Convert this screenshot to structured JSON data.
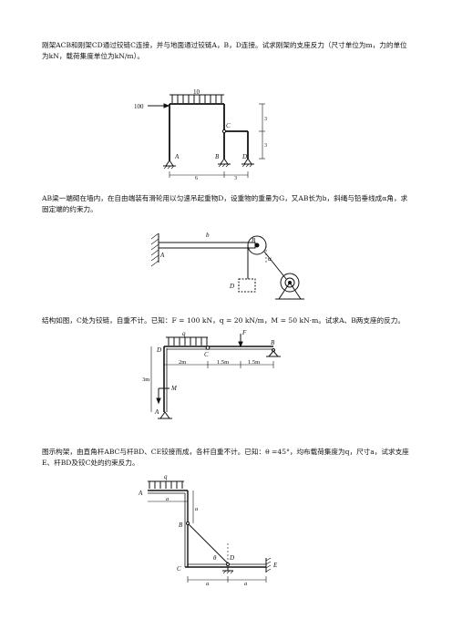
{
  "problems": [
    {
      "text": "刚架ACB和刚架CD通过铰链C连接，并与地面通过铰链A，B，D连接。试求刚架的支座反力（尺寸单位为m，力的单位为kN，载荷集度单位为kN/m）。"
    },
    {
      "text": "AB梁一端砌在墙内，在自由端装有滑轮用以匀速吊起重物D，设重物的重量为G，又AB长为b，斜绳与铅垂线成α角，求固定端的约束力。"
    },
    {
      "text": "结构如图，C处为铰链，自重不计。已知：F = 100 kN，q = 20 kN/m，M = 50 kN·m。试求A、B两支座的反力。"
    },
    {
      "text": "图示构架，由直角杆ABC与杆BD、CE铰接而成，各杆自重不计。已知：θ =45°，均布载荷集度为q，尺寸a，试求支座E、杆BD及铰C处的约束反力。"
    }
  ],
  "fig1": {
    "load_q": "10",
    "load_p": "100",
    "A": "A",
    "B": "B",
    "C": "C",
    "D": "D",
    "dim_6": "6",
    "dim_3h": "3",
    "dim_3v1": "3",
    "dim_3v2": "3"
  },
  "fig2": {
    "b": "b",
    "A": "A",
    "B": "B",
    "D": "D",
    "alpha": "α"
  },
  "fig3": {
    "q": "q",
    "F": "F",
    "M": "M",
    "A": "A",
    "B": "B",
    "C": "C",
    "D": "D",
    "d1": "2m",
    "d2": "1.5m",
    "d3": "1.5m",
    "h": "3m"
  },
  "fig4": {
    "q": "q",
    "A": "A",
    "B": "B",
    "C": "C",
    "D": "D",
    "E": "E",
    "theta": "θ",
    "a_top": "a",
    "a_v": "a",
    "a1": "a",
    "a2": "a"
  }
}
